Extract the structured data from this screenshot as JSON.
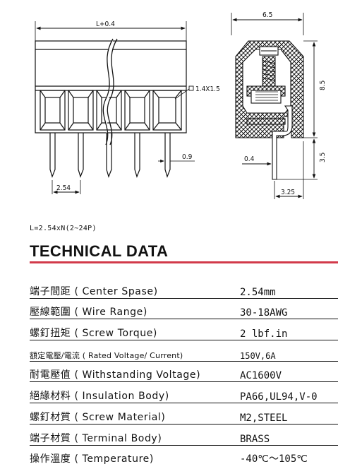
{
  "drawing": {
    "dim_length": "L+0.4",
    "dim_width": "6.5",
    "dim_height": "8.5",
    "dim_pin_length": "3.5",
    "dim_hole": "1.4X1.5",
    "dim_pin_width": "0.9",
    "dim_pin_thickness": "0.4",
    "dim_pitch": "2.54",
    "dim_offset": "3.25"
  },
  "formula": "L=2.54xN(2~24P)",
  "section_title": "TECHNICAL DATA",
  "specs": [
    {
      "label": "端子間距 ( Center Spase)",
      "value": "2.54mm"
    },
    {
      "label": "壓線範圍 ( Wire Range)",
      "value": "30-18AWG"
    },
    {
      "label": "螺釘扭矩 ( Screw Torque)",
      "value": "2 lbf.in"
    },
    {
      "label": "額定電壓/電流 ( Rated Voltage/ Current)",
      "value": "150V,6A"
    },
    {
      "label": "耐電壓值 ( Withstanding Voltage)",
      "value": "AC1600V"
    },
    {
      "label": "絕緣材料 ( Insulation Body)",
      "value": "PA66,UL94,V-0"
    },
    {
      "label": "螺釘材質 ( Screw Material)",
      "value": "M2,STEEL"
    },
    {
      "label": "端子材質 ( Terminal Body)",
      "value": "BRASS"
    },
    {
      "label": "操作溫度 ( Temperature)",
      "value": "-40℃～105℃"
    }
  ]
}
